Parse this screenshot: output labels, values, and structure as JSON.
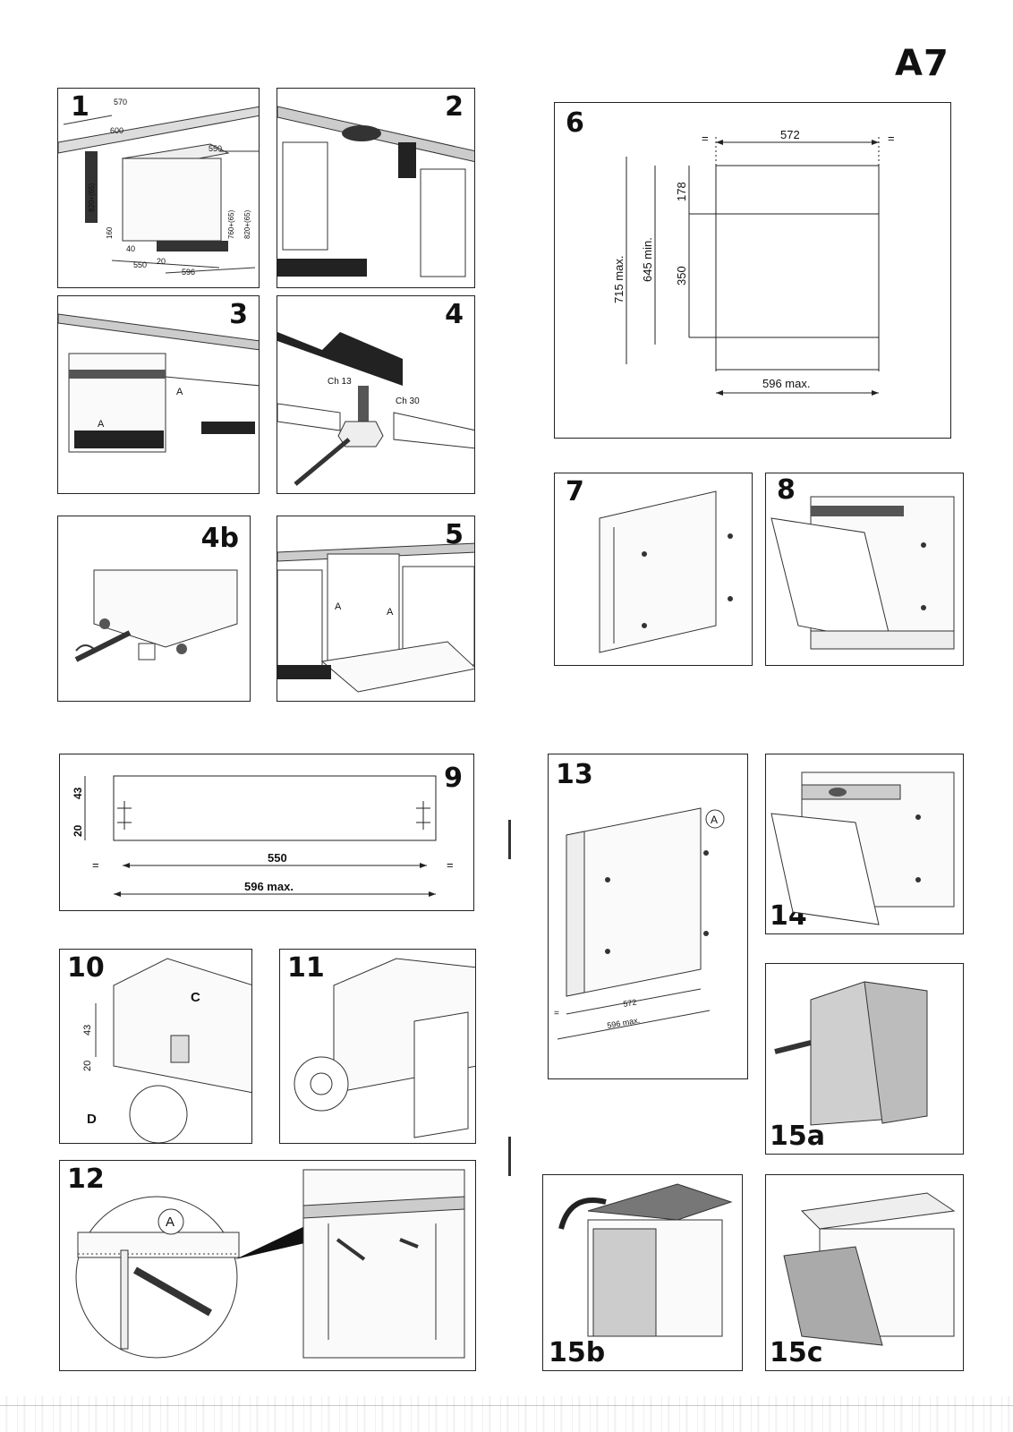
{
  "page_code": "A7",
  "panels": {
    "p1": {
      "num": "1",
      "dims": [
        "570",
        "600",
        "550",
        "820+(65)",
        "160",
        "40",
        "550",
        "20",
        "596",
        "760+(65)",
        "820+(65)"
      ]
    },
    "p2": {
      "num": "2"
    },
    "p3": {
      "num": "3",
      "labels": [
        "A",
        "A"
      ]
    },
    "p4": {
      "num": "4",
      "labels": [
        "Ch 13",
        "Ch 30"
      ]
    },
    "p4b": {
      "num": "4b"
    },
    "p5": {
      "num": "5",
      "labels": [
        "A",
        "A"
      ]
    },
    "p6": {
      "num": "6",
      "dims": {
        "width": "572",
        "top": "178",
        "mid": "350",
        "min": "645 min.",
        "max": "715 max.",
        "bottom": "596 max.",
        "eq": "="
      }
    },
    "p7": {
      "num": "7"
    },
    "p8": {
      "num": "8"
    },
    "p9": {
      "num": "9",
      "dims": {
        "h1": "43",
        "h2": "20",
        "width": "550",
        "max": "596 max.",
        "eq": "="
      }
    },
    "p10": {
      "num": "10",
      "labels": {
        "c": "C",
        "d": "D",
        "h1": "43",
        "h2": "20"
      }
    },
    "p11": {
      "num": "11"
    },
    "p12": {
      "num": "12",
      "labels": {
        "a": "A"
      }
    },
    "p13": {
      "num": "13",
      "labels": {
        "a": "A",
        "w": "572",
        "max": "596 max.",
        "eq": "="
      }
    },
    "p14": {
      "num": "14"
    },
    "p15a": {
      "num": "15a"
    },
    "p15b": {
      "num": "15b"
    },
    "p15c": {
      "num": "15c"
    }
  }
}
